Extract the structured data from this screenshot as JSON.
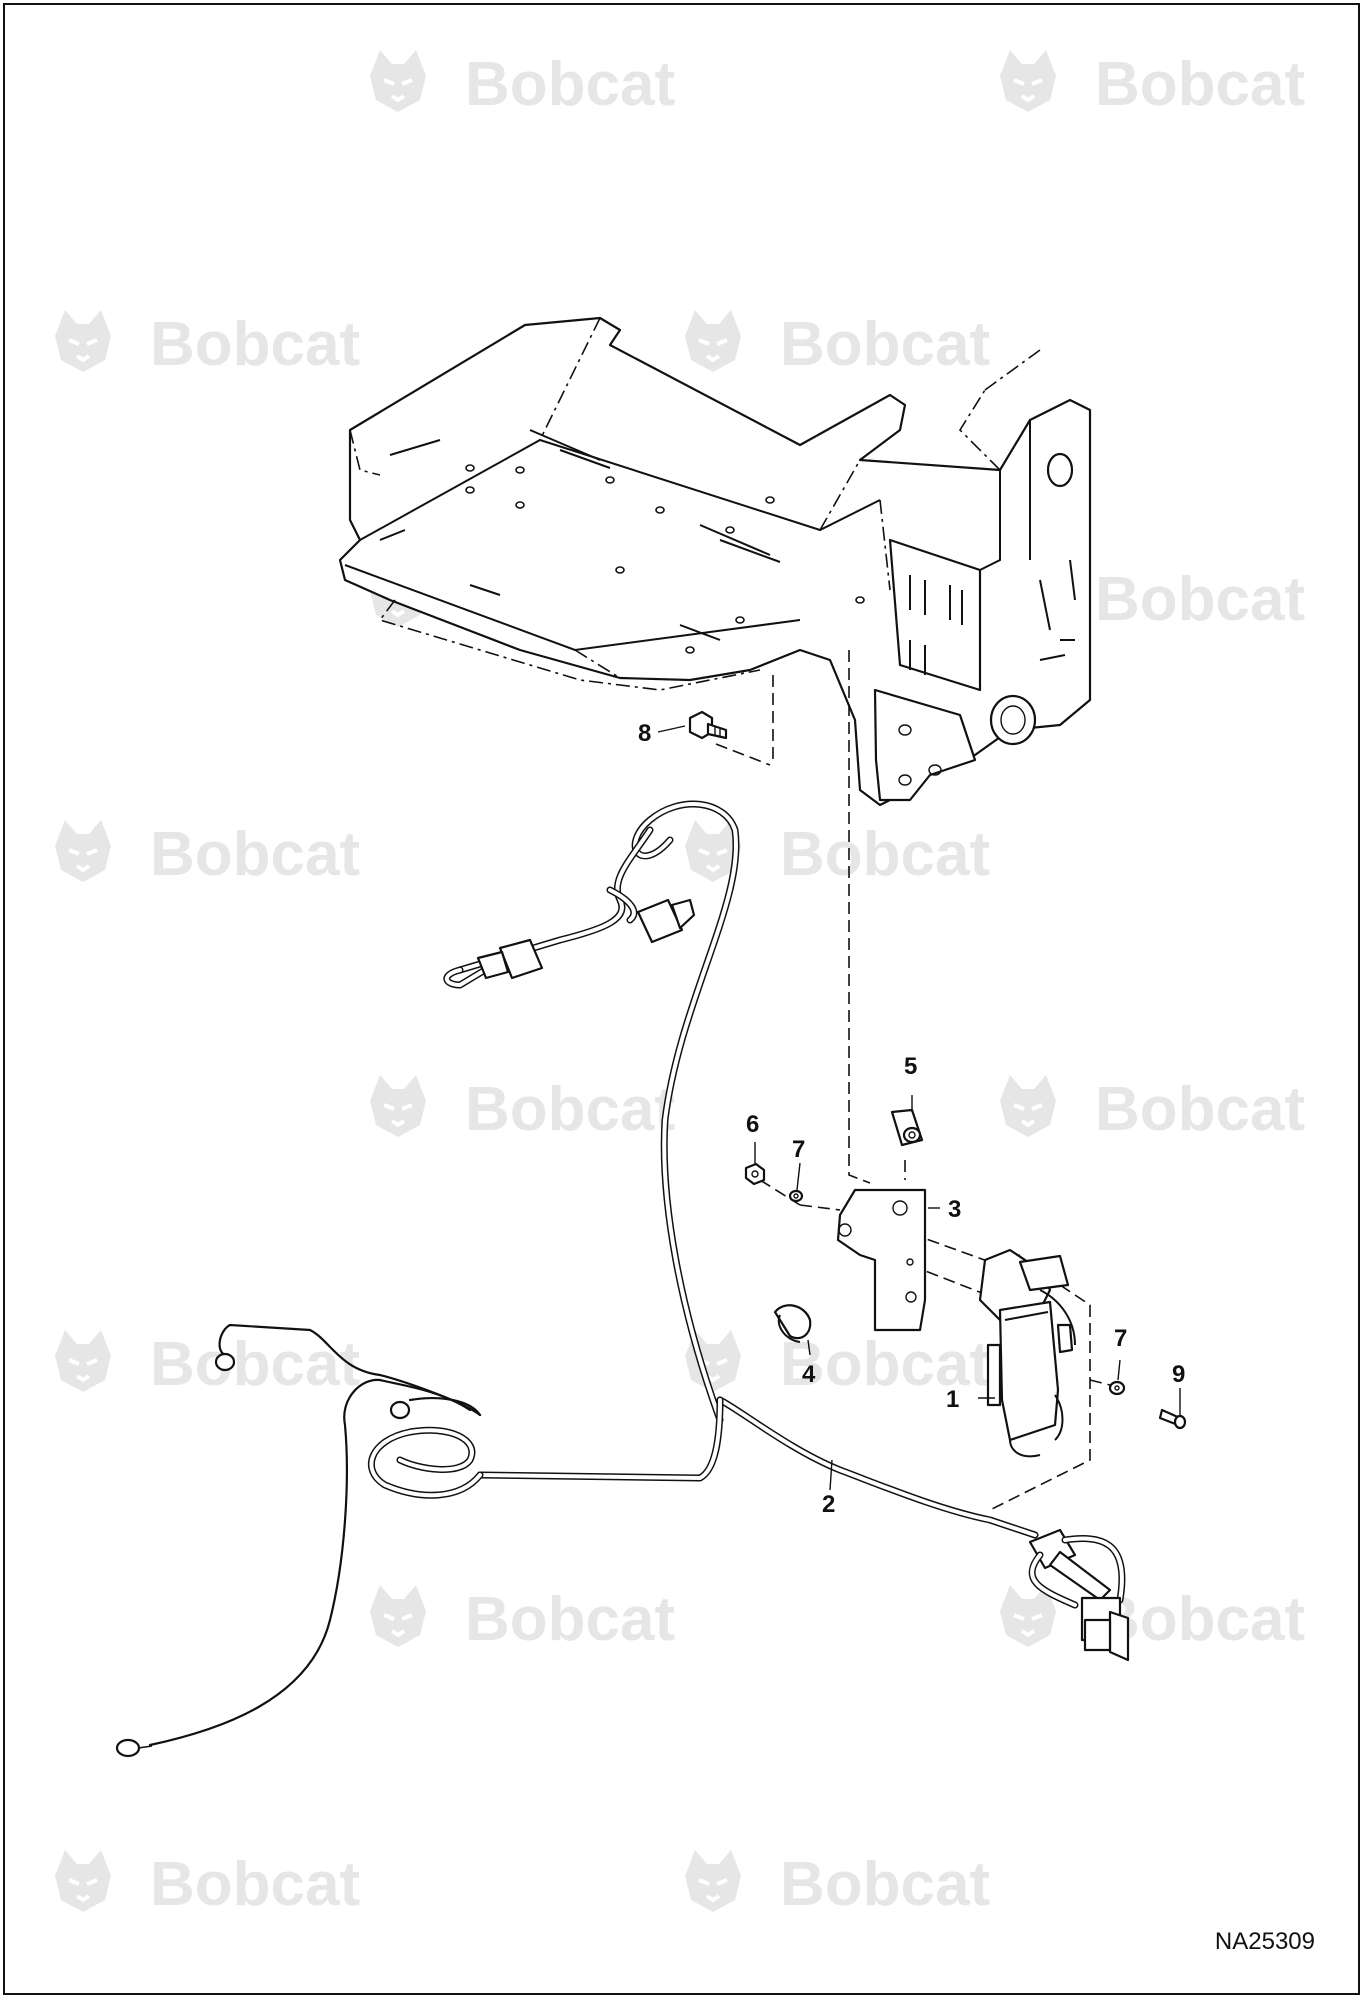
{
  "watermark": {
    "text": "Bobcat",
    "icon": "bobcat-logo-icon"
  },
  "reference": "NA25309",
  "callouts": [
    {
      "id": "c1",
      "label": "1"
    },
    {
      "id": "c2",
      "label": "2"
    },
    {
      "id": "c3",
      "label": "3"
    },
    {
      "id": "c4",
      "label": "4"
    },
    {
      "id": "c5",
      "label": "5"
    },
    {
      "id": "c6",
      "label": "6"
    },
    {
      "id": "c7a",
      "label": "7"
    },
    {
      "id": "c7b",
      "label": "7"
    },
    {
      "id": "c8",
      "label": "8"
    },
    {
      "id": "c9",
      "label": "9"
    }
  ]
}
